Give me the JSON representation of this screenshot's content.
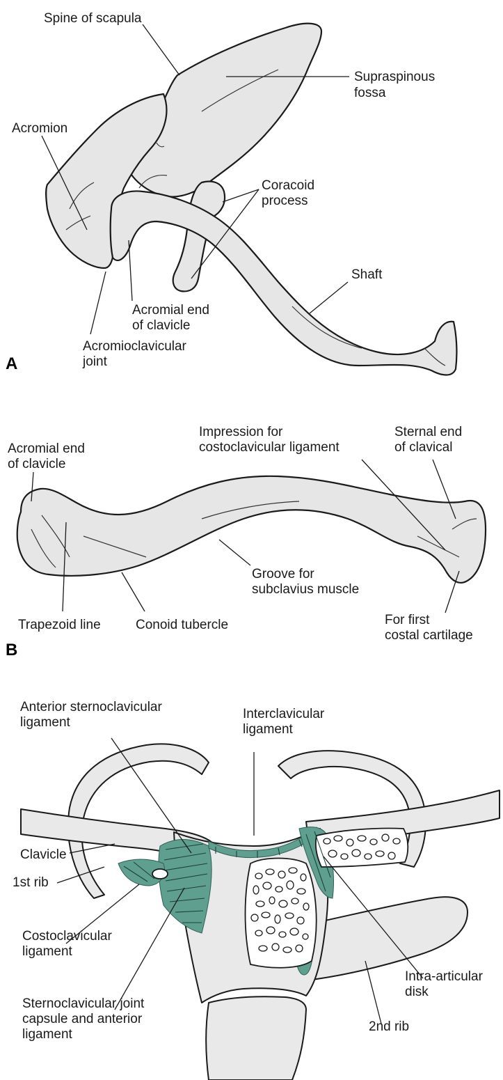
{
  "panels": {
    "a": "A",
    "b": "B"
  },
  "labels_a": {
    "spine_of_scapula": "Spine of scapula",
    "supraspinous_1": "Supraspinous",
    "supraspinous_2": "fossa",
    "acromion": "Acromion",
    "coracoid_1": "Coracoid",
    "coracoid_2": "process",
    "shaft": "Shaft",
    "acromial_end_1": "Acromial end",
    "acromial_end_2": "of clavicle",
    "ac_joint_1": "Acromioclavicular",
    "ac_joint_2": "joint"
  },
  "labels_b": {
    "impression_1": "Impression for",
    "impression_2": "costoclavicular ligament",
    "sternal_end_1": "Sternal end",
    "sternal_end_2": "of clavical",
    "acromial_end_1": "Acromial end",
    "acromial_end_2": "of clavicle",
    "groove_1": "Groove for",
    "groove_2": "subclavius muscle",
    "trapezoid": "Trapezoid line",
    "conoid": "Conoid tubercle",
    "first_costal_1": "For first",
    "first_costal_2": "costal cartilage"
  },
  "labels_c": {
    "ant_scl_1": "Anterior sternoclavicular",
    "ant_scl_2": "ligament",
    "intercl_1": "Interclavicular",
    "intercl_2": "ligament",
    "clavicle": "Clavicle",
    "first_rib": "1st rib",
    "costocl_1": "Costoclavicular",
    "costocl_2": "ligament",
    "intra_1": "Intra-articular",
    "intra_2": "disk",
    "scj_1": "Sternoclavicular joint",
    "scj_2": "capsule and anterior",
    "scj_3": "ligament",
    "second_rib": "2nd rib"
  },
  "colors": {
    "bone_fill": "#e6e6e6",
    "ligament": "#5f9f8f",
    "outline": "#1a1a1a"
  }
}
